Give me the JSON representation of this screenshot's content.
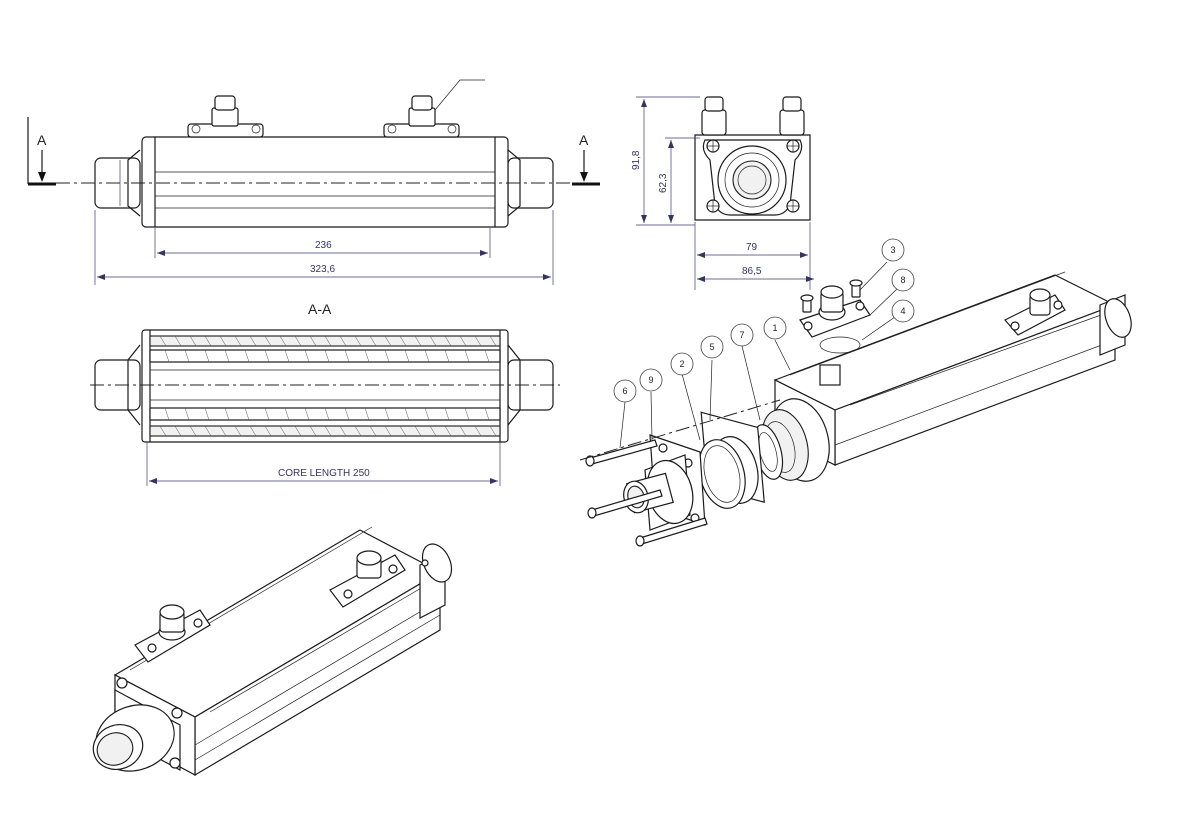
{
  "views": {
    "section_label": "A-A",
    "cut_mark_left": "A",
    "cut_mark_right": "A"
  },
  "dimensions": {
    "core_width": "236",
    "overall_length": "323,6",
    "height": "91,8",
    "port_height": "62,3",
    "flange_width": "79",
    "overall_width": "86,5",
    "core_length": "CORE LENGTH 250"
  },
  "part_numbers": [
    "1",
    "2",
    "3",
    "4",
    "5",
    "6",
    "7",
    "8",
    "9"
  ]
}
